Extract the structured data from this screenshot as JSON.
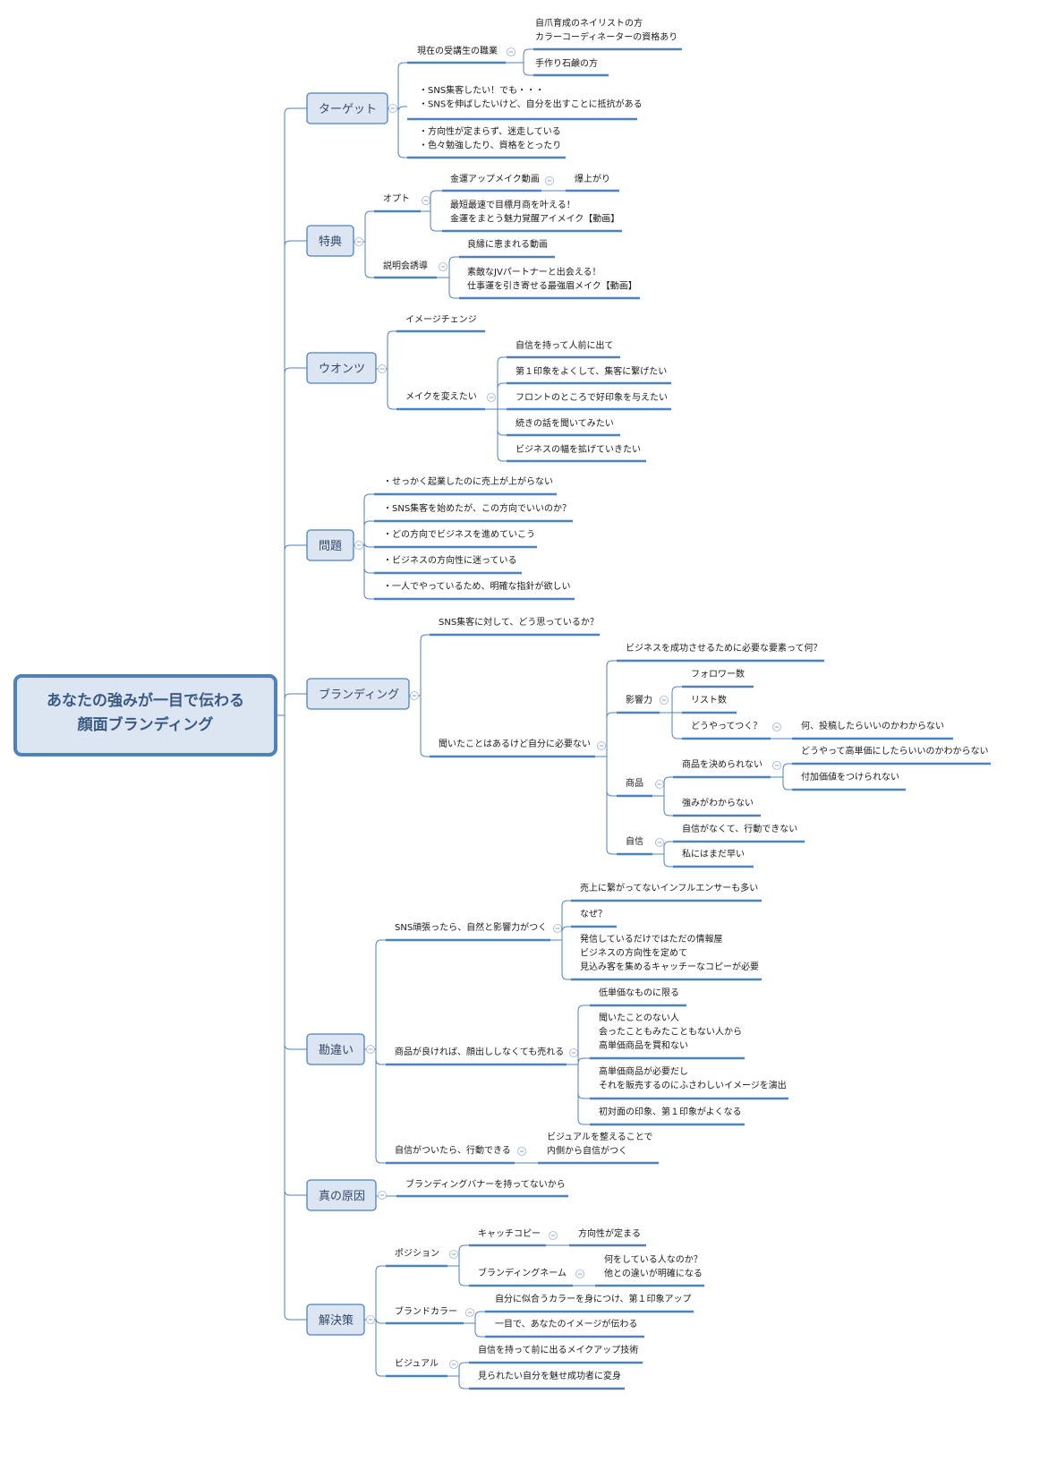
{
  "root": {
    "lines": [
      "あなたの強みが一目で伝わる",
      "顔面ブランディング"
    ]
  },
  "topics": {
    "target": {
      "label": "ターゲット",
      "job": "現在の受講生の職業",
      "job_a1": "自爪育成のネイリストの方",
      "job_a2": "カラーコーディネーターの資格あり",
      "job_b": "手作り石鹸の方",
      "t2a": "・SNS集客したい！でも・・・",
      "t2b": "・SNSを伸ばしたいけど、自分を出すことに抵抗がある",
      "t3a": "・方向性が定まらず、迷走している",
      "t3b": "・色々勉強したり、資格をとったり"
    },
    "tokuten": {
      "label": "特典",
      "opt": "オプト",
      "opt1": "金運アップメイク動画",
      "opt1_child": "爆上がり",
      "opt2a": "最短最速で目標月商を叶える！",
      "opt2b": "金運をまとう魅力覚醒アイメイク【動画】",
      "setsumei": "説明会誘導",
      "s1": "良縁に恵まれる動画",
      "s2a": "素敵なJVパートナーと出会える！",
      "s2b": "仕事運を引き寄せる最強眉メイク【動画】"
    },
    "wants": {
      "label": "ウオンツ",
      "w1": "イメージチェンジ",
      "w2": "メイクを変えたい",
      "w2_items": [
        "自信を持って人前に出て",
        "第１印象をよくして、集客に繋げたい",
        "フロントのところで好印象を与えたい",
        "続きの話を聞いてみたい",
        "ビジネスの幅を拡げていきたい"
      ]
    },
    "mondai": {
      "label": "問題",
      "items": [
        "・せっかく起業したのに売上が上がらない",
        "・SNS集客を始めたが、この方向でいいのか？",
        "・どの方向でビジネスを進めていこう",
        "・ビジネスの方向性に迷っている",
        "・一人でやっているため、明確な指針が欲しい"
      ]
    },
    "branding": {
      "label": "ブランディング",
      "b1": "SNS集客に対して、どう思っているか？",
      "b2": "聞いたことはあるけど自分に必要ない",
      "q": "ビジネスを成功させるために必要な要素って何？",
      "eikyo": "影響力",
      "follower": "フォロワー数",
      "list": "リスト数",
      "how": "どうやってつく？",
      "how_child": "何、投稿したらいいのかわからない",
      "shohin": "商品",
      "kimerarenai": "商品を決められない",
      "k1": "どうやって高単価にしたらいいのかわからない",
      "k2": "付加価値をつけられない",
      "tsuyomi": "強みがわからない",
      "jishin": "自信",
      "j1": "自信がなくて、行動できない",
      "j2": "私にはまだ早い"
    },
    "kanchigai": {
      "label": "勘違い",
      "k1": "SNS頑張ったら、自然と影響力がつく",
      "k1_c1": "売上に繋がってないインフルエンサーも多い",
      "k1_c2": "なぜ？",
      "k1_c3a": "発信しているだけではただの情報屋",
      "k1_c3b": "ビジネスの方向性を定めて",
      "k1_c3c": "見込み客を集めるキャッチーなコピーが必要",
      "k2": "商品が良ければ、顔出ししなくても売れる",
      "k2_c1": "低単価なものに限る",
      "k2_c2a": "聞いたことのない人",
      "k2_c2b": "会ったこともみたこともない人から",
      "k2_c2c": "高単価商品を買和ない",
      "k2_c3a": "高単価商品が必要だし",
      "k2_c3b": "それを販売するのにふさわしいイメージを演出",
      "k2_c4": "初対面の印象、第１印象がよくなる",
      "k3": "自信がついたら、行動できる",
      "k3_ca": "ビジュアルを整えることで",
      "k3_cb": "内側から自信がつく"
    },
    "shin": {
      "label": "真の原因",
      "c1": "ブランディングバナーを持ってないから"
    },
    "kaiketsu": {
      "label": "解決策",
      "pos": "ポジション",
      "catch": "キャッチコピー",
      "catch_child": "方向性が定まる",
      "bname": "ブランディングネーム",
      "bname_a": "何をしている人なのか？",
      "bname_b": "他との違いが明確になる",
      "color": "ブランドカラー",
      "color1": "自分に似合うカラーを身につけ、第１印象アップ",
      "color2": "一目で、あなたのイメージが伝わる",
      "visual": "ビジュアル",
      "v1": "自信を持って前に出るメイクアップ技術",
      "v2": "見られたい自分を魅せ成功者に変身"
    }
  },
  "colors": {
    "line": "#4f81bd",
    "box_fill": "#dce6f2",
    "text": "#1a1a1a"
  }
}
